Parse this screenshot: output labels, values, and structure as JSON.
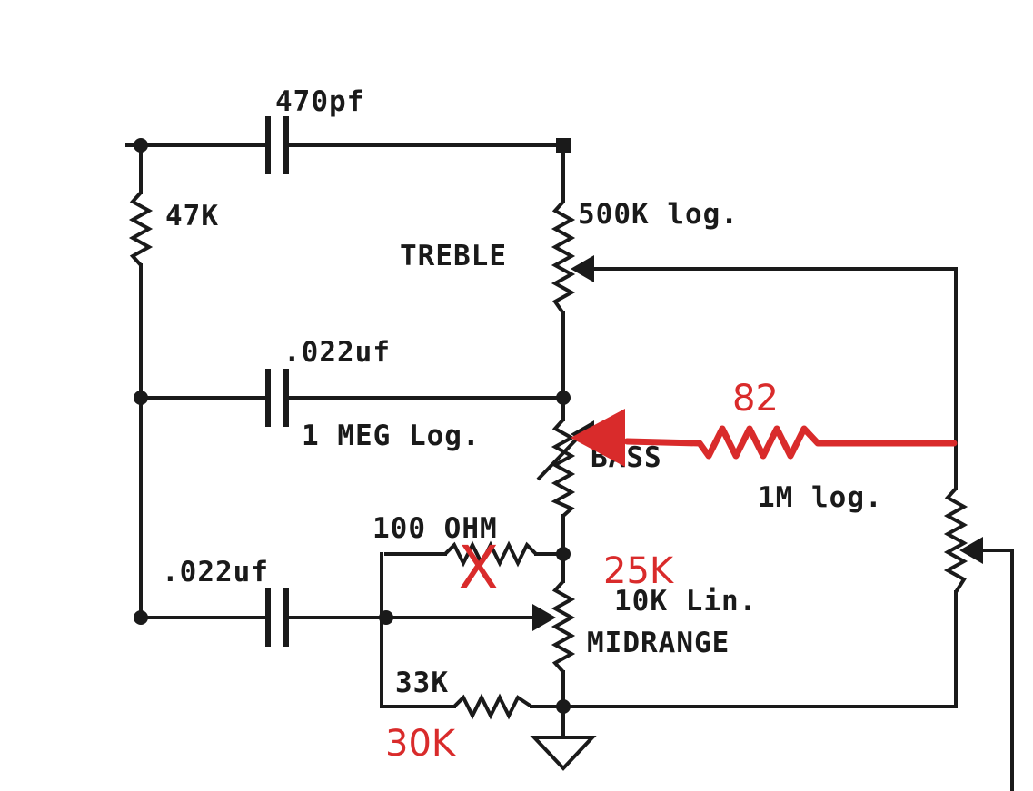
{
  "labels": {
    "cap_top": "470pf",
    "res_47k": "47K",
    "pot_treble_value": "500K log.",
    "pot_treble_name": "TREBLE",
    "cap_mid": ".022uf",
    "pot_bass_value": "1 MEG Log.",
    "pot_bass_name": "BASS",
    "pot_volume_value": "1M log.",
    "res_100ohm": "100 OHM",
    "cap_bottom": ".022uf",
    "pot_mid_value": "10K Lin.",
    "pot_mid_name": "MIDRANGE",
    "res_33k": "33K"
  },
  "annotations": {
    "red_82": "82",
    "red_25k": "25K",
    "red_30k": "30K",
    "red_x": "X"
  },
  "colors": {
    "ink": "#1a1a1a",
    "annotation": "#d92b2b"
  }
}
